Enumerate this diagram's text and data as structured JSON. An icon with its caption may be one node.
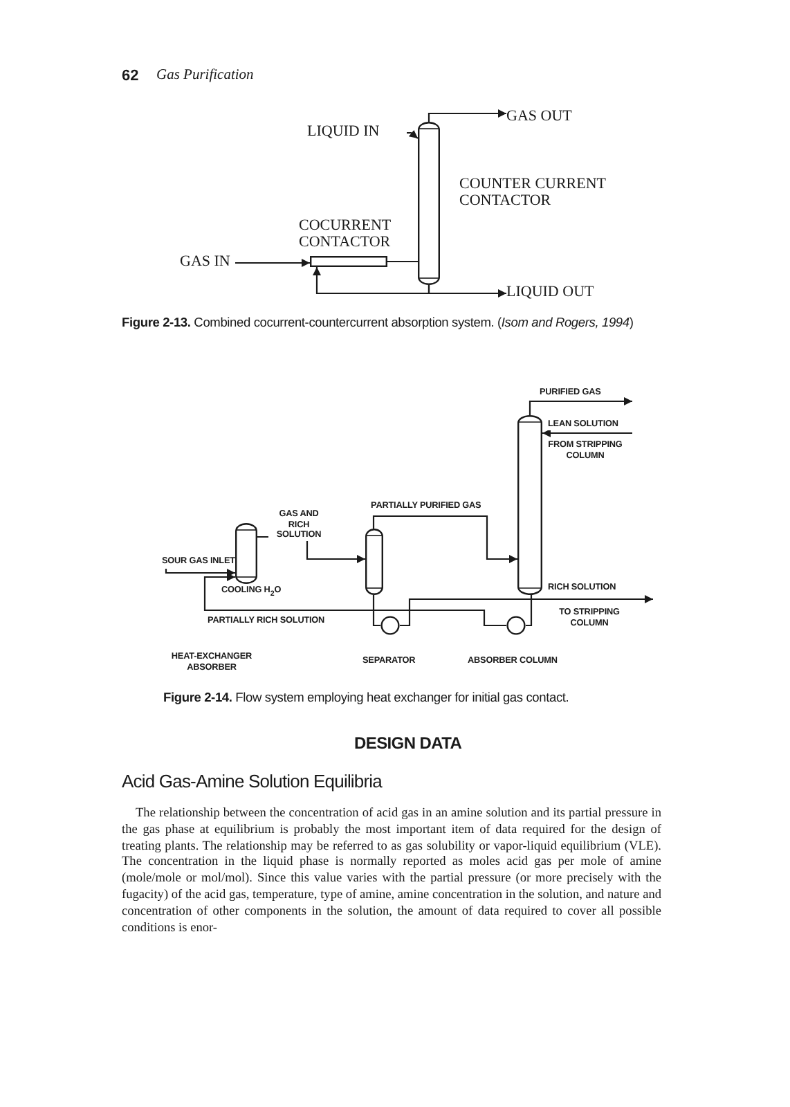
{
  "diagram": {
    "nodes": [
      {
        "text": [
          "LIQUID IN"
        ]
      },
      {
        "text": [],
        "shape": "cylinder",
        "beside": [
          "COUNTER CURRENT CONTACTOR"
        ]
      },
      {
        "text": [
          "GAS OUT"
        ]
      },
      {
        "text": [
          "GAS IN"
        ]
      },
      {
        "text": [],
        "shape": "box",
        "beside": [
          "COCURRENT CONTACTOR"
        ]
      },
      {
        "text": [
          "LIQUID OUT"
        ]
      },
      {
        "text": [
          "SOUR GAS INLET"
        ]
      },
      {
        "text": [],
        "shape": "cylinder"
      },
      {
        "text": [],
        "shape": "cylinder"
      },
      {
        "text": [],
        "shape": "cylinder"
      },
      {
        "text": [],
        "shape": "circle"
      },
      {
        "text": [],
        "shape": "circle"
      }
    ],
    "edges": [
      {
        "from": 0,
        "to": 1,
        "arrow": "to"
      },
      {
        "from": 1,
        "to": 2,
        "arrow": "to"
      },
      {
        "from": 3,
        "to": 4,
        "arrow": "to"
      },
      {
        "from": 4,
        "to": 1,
        "arrow": "none"
      },
      {
        "from": 1,
        "to": 5,
        "arrow": "to"
      },
      {
        "from": 1,
        "to": 4,
        "arrow": "to"
      },
      {
        "from": 6,
        "to": 7,
        "arrow": "to"
      },
      {
        "from": 7,
        "to": 8,
        "arrow": "to",
        "label": "GAS AND RICH SOLUTION"
      },
      {
        "from": 8,
        "to": 9,
        "arrow": "to",
        "label": "PARTIALLY PURIFIED GAS"
      },
      {
        "from": 9,
        "to": null,
        "arrow": "to",
        "label": "PURIFIED GAS"
      },
      {
        "from": null,
        "to": 9,
        "arrow": "to",
        "label": "LEAN SOLUTION"
      },
      {
        "from": 8,
        "to": 10,
        "arrow": "none"
      },
      {
        "from": 10,
        "to": null,
        "arrow": "to",
        "label": "RICH SOLUTION"
      },
      {
        "from": 9,
        "to": 11,
        "arrow": "none"
      },
      {
        "from": 11,
        "to": 7,
        "arrow": "to",
        "label": "PARTIALLY RICH SOLUTION"
      }
    ],
    "labels": [
      "62",
      "Gas Purification",
      "**Figure 2-13.** Combined cocurrent-countercurrent absorption system. (*Isom and Rogers, 1994*)",
      "COOLING H$_{2}$O",
      "FROM STRIPPING COLUMN",
      "TO STRIPPING COLUMN",
      "HEAT-EXCHANGER ABSORBER",
      "SEPARATOR",
      "ABSORBER COLUMN",
      "**Figure 2-14.** Flow system employing heat exchanger for initial gas contact.",
      "DESIGN DATA",
      "Acid Gas-Amine Solution Equilibria",
      "The relationship between the concentration of acid gas in an amine solution and its partial pressure in the gas phase at equilibrium is probably the most important item of data required for the design of treating plants. The relationship may be referred to as gas solubility or vapor-liquid equilibrium (VLE). The concentration in the liquid phase is normally reported as moles acid gas per mole of amine (mole/mole or mol/mol). Since this value varies with the partial pressure (or more precisely with the fugacity) of the acid gas, temperature, type of amine, amine concentration in the solution, and nature and concentration of other components in the solution, the amount of data required to cover all possible conditions is enor-"
    ]
  }
}
